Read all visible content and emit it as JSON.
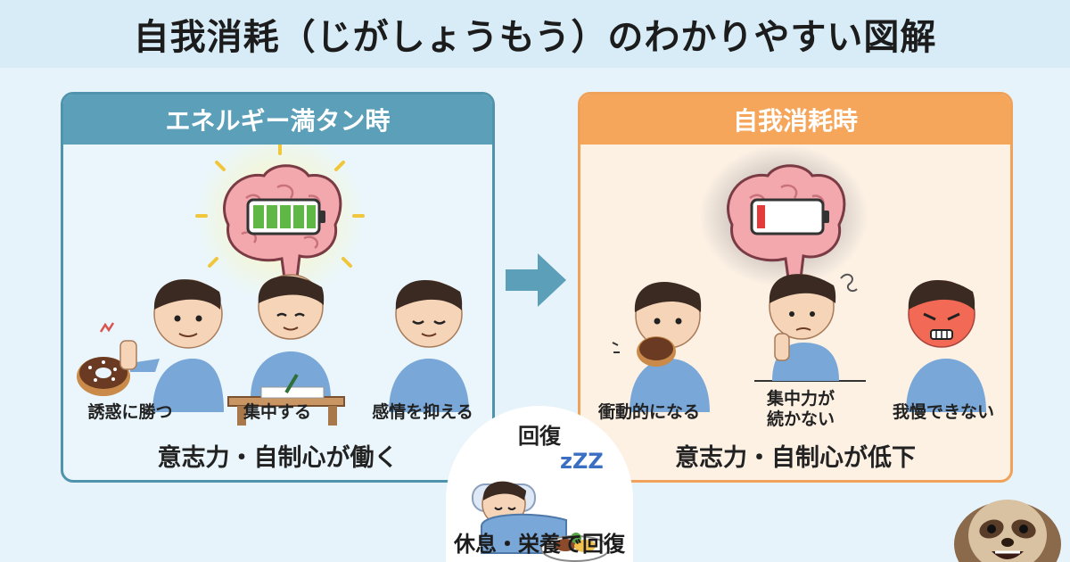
{
  "title": "自我消耗（じがしょうもう）のわかりやすい図解",
  "full_panel": {
    "header": "エネルギー満タン時",
    "items": [
      {
        "label": "誘惑に勝つ"
      },
      {
        "label": "集中する"
      },
      {
        "label": "感情を抑える"
      }
    ],
    "summary": "意志力・自制心が働く",
    "battery_level": 1.0,
    "accent_color": "#5c9fb8"
  },
  "depleted_panel": {
    "header": "自我消耗時",
    "items": [
      {
        "label": "衝動的になる"
      },
      {
        "label": "集中力が\n続かない"
      },
      {
        "label": "我慢できない"
      }
    ],
    "summary": "意志力・自制心が低下",
    "battery_level": 0.1,
    "accent_color": "#f5a65b"
  },
  "recovery": {
    "title": "回復",
    "caption": "休息・栄養で回復",
    "zzz": "zZZ"
  },
  "icons": {
    "brain_full": "glowing-brain-icon",
    "brain_empty": "gloomy-brain-icon",
    "arrow": "right-arrow-icon",
    "sloth": "sloth-mascot-icon"
  }
}
